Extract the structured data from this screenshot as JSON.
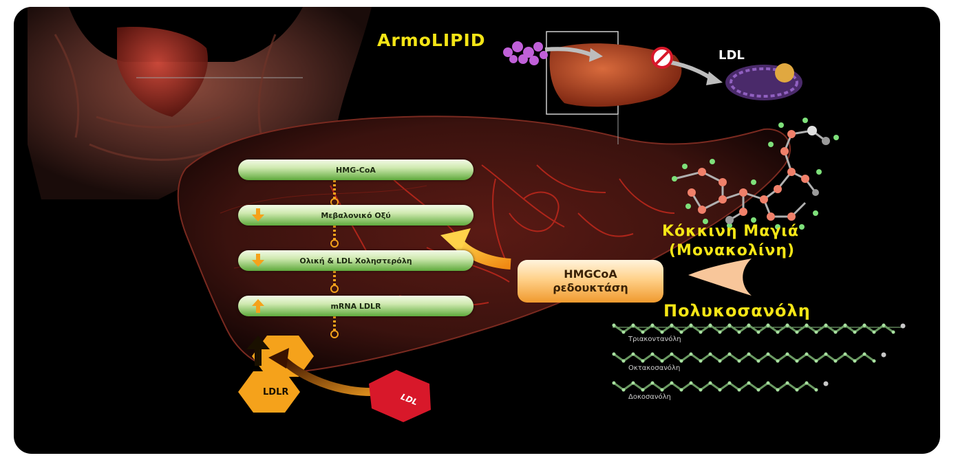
{
  "title": "ArmoLIPID",
  "ldl_label": "LDL",
  "pathway_steps": [
    {
      "label": "HMG-CoA",
      "indicator": "none"
    },
    {
      "label": "Μεβαλονικό Οξύ",
      "indicator": "down"
    },
    {
      "label": "Ολική & LDL Χοληστερόλη",
      "indicator": "down"
    },
    {
      "label": "mRNA LDLR",
      "indicator": "up"
    }
  ],
  "enzyme": {
    "line1": "HMGCoA",
    "line2": "ρεδουκτάση"
  },
  "red_yeast": {
    "line1": "Κόκκινη Μαγιά",
    "line2": "(Μονακολίνη)"
  },
  "policosanol": "Πολυκοσανόλη",
  "alcohols": [
    "Τριακοντανόλη",
    "Οκτακοσανόλη",
    "Δοκοσανόλη"
  ],
  "ldlr_label": "LDLR",
  "ldl_hex_label": "LDL",
  "colors": {
    "title_yellow": "#f4e516",
    "bar_green": "#5faa3c",
    "orange": "#f5a21b",
    "ldl_red": "#d8182a",
    "tissue_red": "#c0281c"
  }
}
